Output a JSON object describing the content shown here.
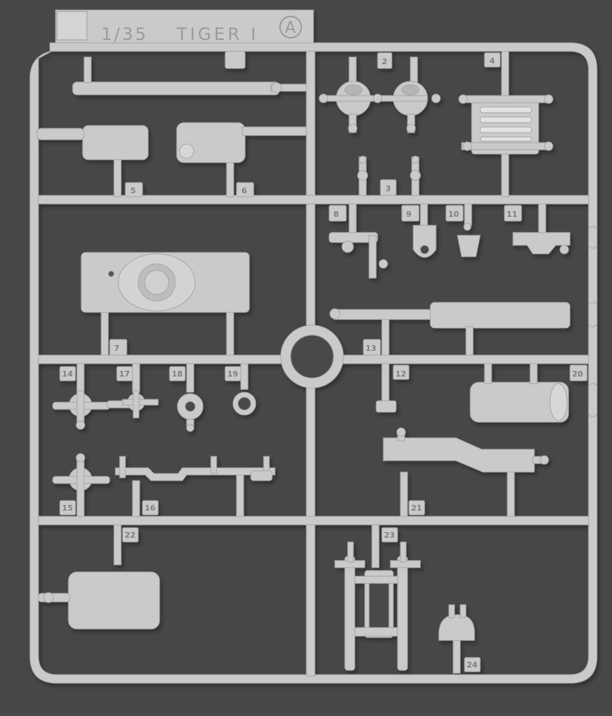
{
  "sprue": {
    "header": {
      "scale": "1/35",
      "model": "TIGER",
      "variant": "I",
      "letter": "A"
    },
    "part_numbers": [
      "2",
      "4",
      "5",
      "6",
      "3",
      "8",
      "9",
      "10",
      "11",
      "7",
      "13",
      "12",
      "14",
      "17",
      "18",
      "19",
      "20",
      "15",
      "16",
      "21",
      "22",
      "23",
      "24"
    ]
  },
  "colors": {
    "background": "#4a4a4a",
    "plastic": "#c9cbc9",
    "plastic_shadow": "#8e908e",
    "plastic_highlight": "#e4e6e4",
    "tag_text": "#9a9c9a"
  }
}
